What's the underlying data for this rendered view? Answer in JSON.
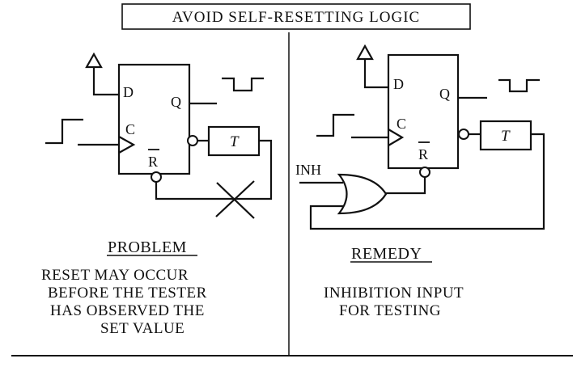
{
  "title": "AVOID SELF-RESETTING LOGIC",
  "flipflop_pins": {
    "d": "D",
    "c": "C",
    "q": "Q",
    "r": "R"
  },
  "timer_label": "T",
  "left_panel": {
    "heading": "PROBLEM",
    "lines": [
      "RESET MAY OCCUR",
      "BEFORE THE TESTER",
      "HAS OBSERVED THE",
      "SET VALUE"
    ]
  },
  "right_panel": {
    "heading": "REMEDY",
    "inhibit_label": "INH",
    "lines": [
      "INHIBITION INPUT",
      "FOR TESTING"
    ]
  }
}
